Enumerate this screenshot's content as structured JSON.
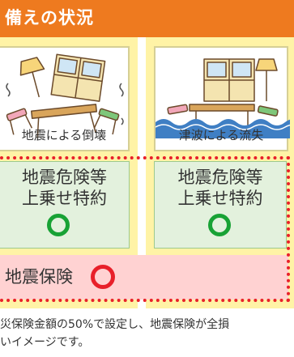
{
  "header": {
    "title": "備えの状況"
  },
  "colors": {
    "header": "#ee7a1f",
    "column": "#fff3a6",
    "rider": "#e3f1dd",
    "insurance": "#ffd2d2",
    "circle_green": "#18a235",
    "circle_red": "#e8202a"
  },
  "cards": [
    {
      "caption": "地震による倒壊",
      "illustration": "collapsed-room-illustration"
    },
    {
      "caption": "津波による流失",
      "illustration": "flooded-room-illustration"
    }
  ],
  "riders": [
    {
      "label": "地震危険等\n上乗せ特約",
      "mark": "circle-icon"
    },
    {
      "label": "地震危険等\n上乗せ特約",
      "mark": "circle-icon"
    }
  ],
  "insurance": {
    "label": "地震保険",
    "mark": "circle-icon"
  },
  "footnote": {
    "line1": "災保険金額の50%で設定し、地震保険が全損",
    "line2": "いイメージです。"
  }
}
